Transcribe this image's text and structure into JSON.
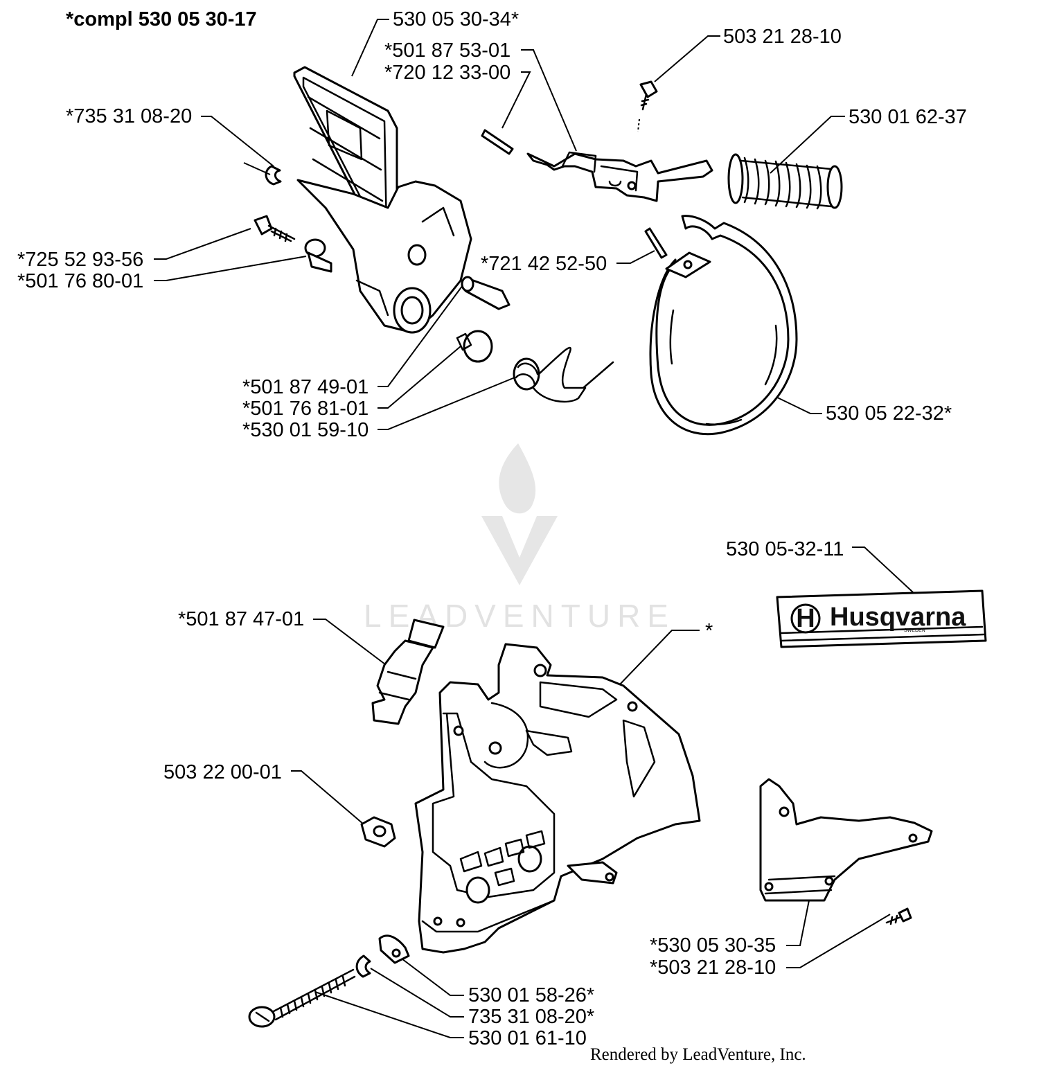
{
  "header": {
    "kit_label": "*compl 530 05 30-17"
  },
  "callouts": {
    "p530053034": "530 05 30-34*",
    "p501875301": "*501 87 53-01",
    "p720123300": "*720 12 33-00",
    "p503212810_top": "503 21 28-10",
    "p735310820_top": "*735 31 08-20",
    "p530016237": "530 01 62-37",
    "p725529356": "*725 52 93-56",
    "p501768001": "*501 76 80-01",
    "p721425250": "*721 42 52-50",
    "p501874901": "*501 87 49-01",
    "p501768101": "*501 76 81-01",
    "p530015910": "*530 01 59-10",
    "p530052232": "530 05 22-32*",
    "p530053211": "530 05-32-11",
    "p501874701": "*501 87 47-01",
    "p_star": "*",
    "p503220001": "503 22 00-01",
    "p530053035": "*530 05 30-35",
    "p503212810_bottom": "*503 21 28-10",
    "p530015826": "530 01 58-26*",
    "p735310820_bottom": "735 31 08-20*",
    "p530016110": "530 01 61-10"
  },
  "decal": {
    "brand": "Husqvarna",
    "origin": "SWEDEN",
    "logo_letter": "H"
  },
  "watermark": {
    "text": "LEADVENTURE"
  },
  "footer": {
    "credit": "Rendered by LeadVenture, Inc."
  }
}
